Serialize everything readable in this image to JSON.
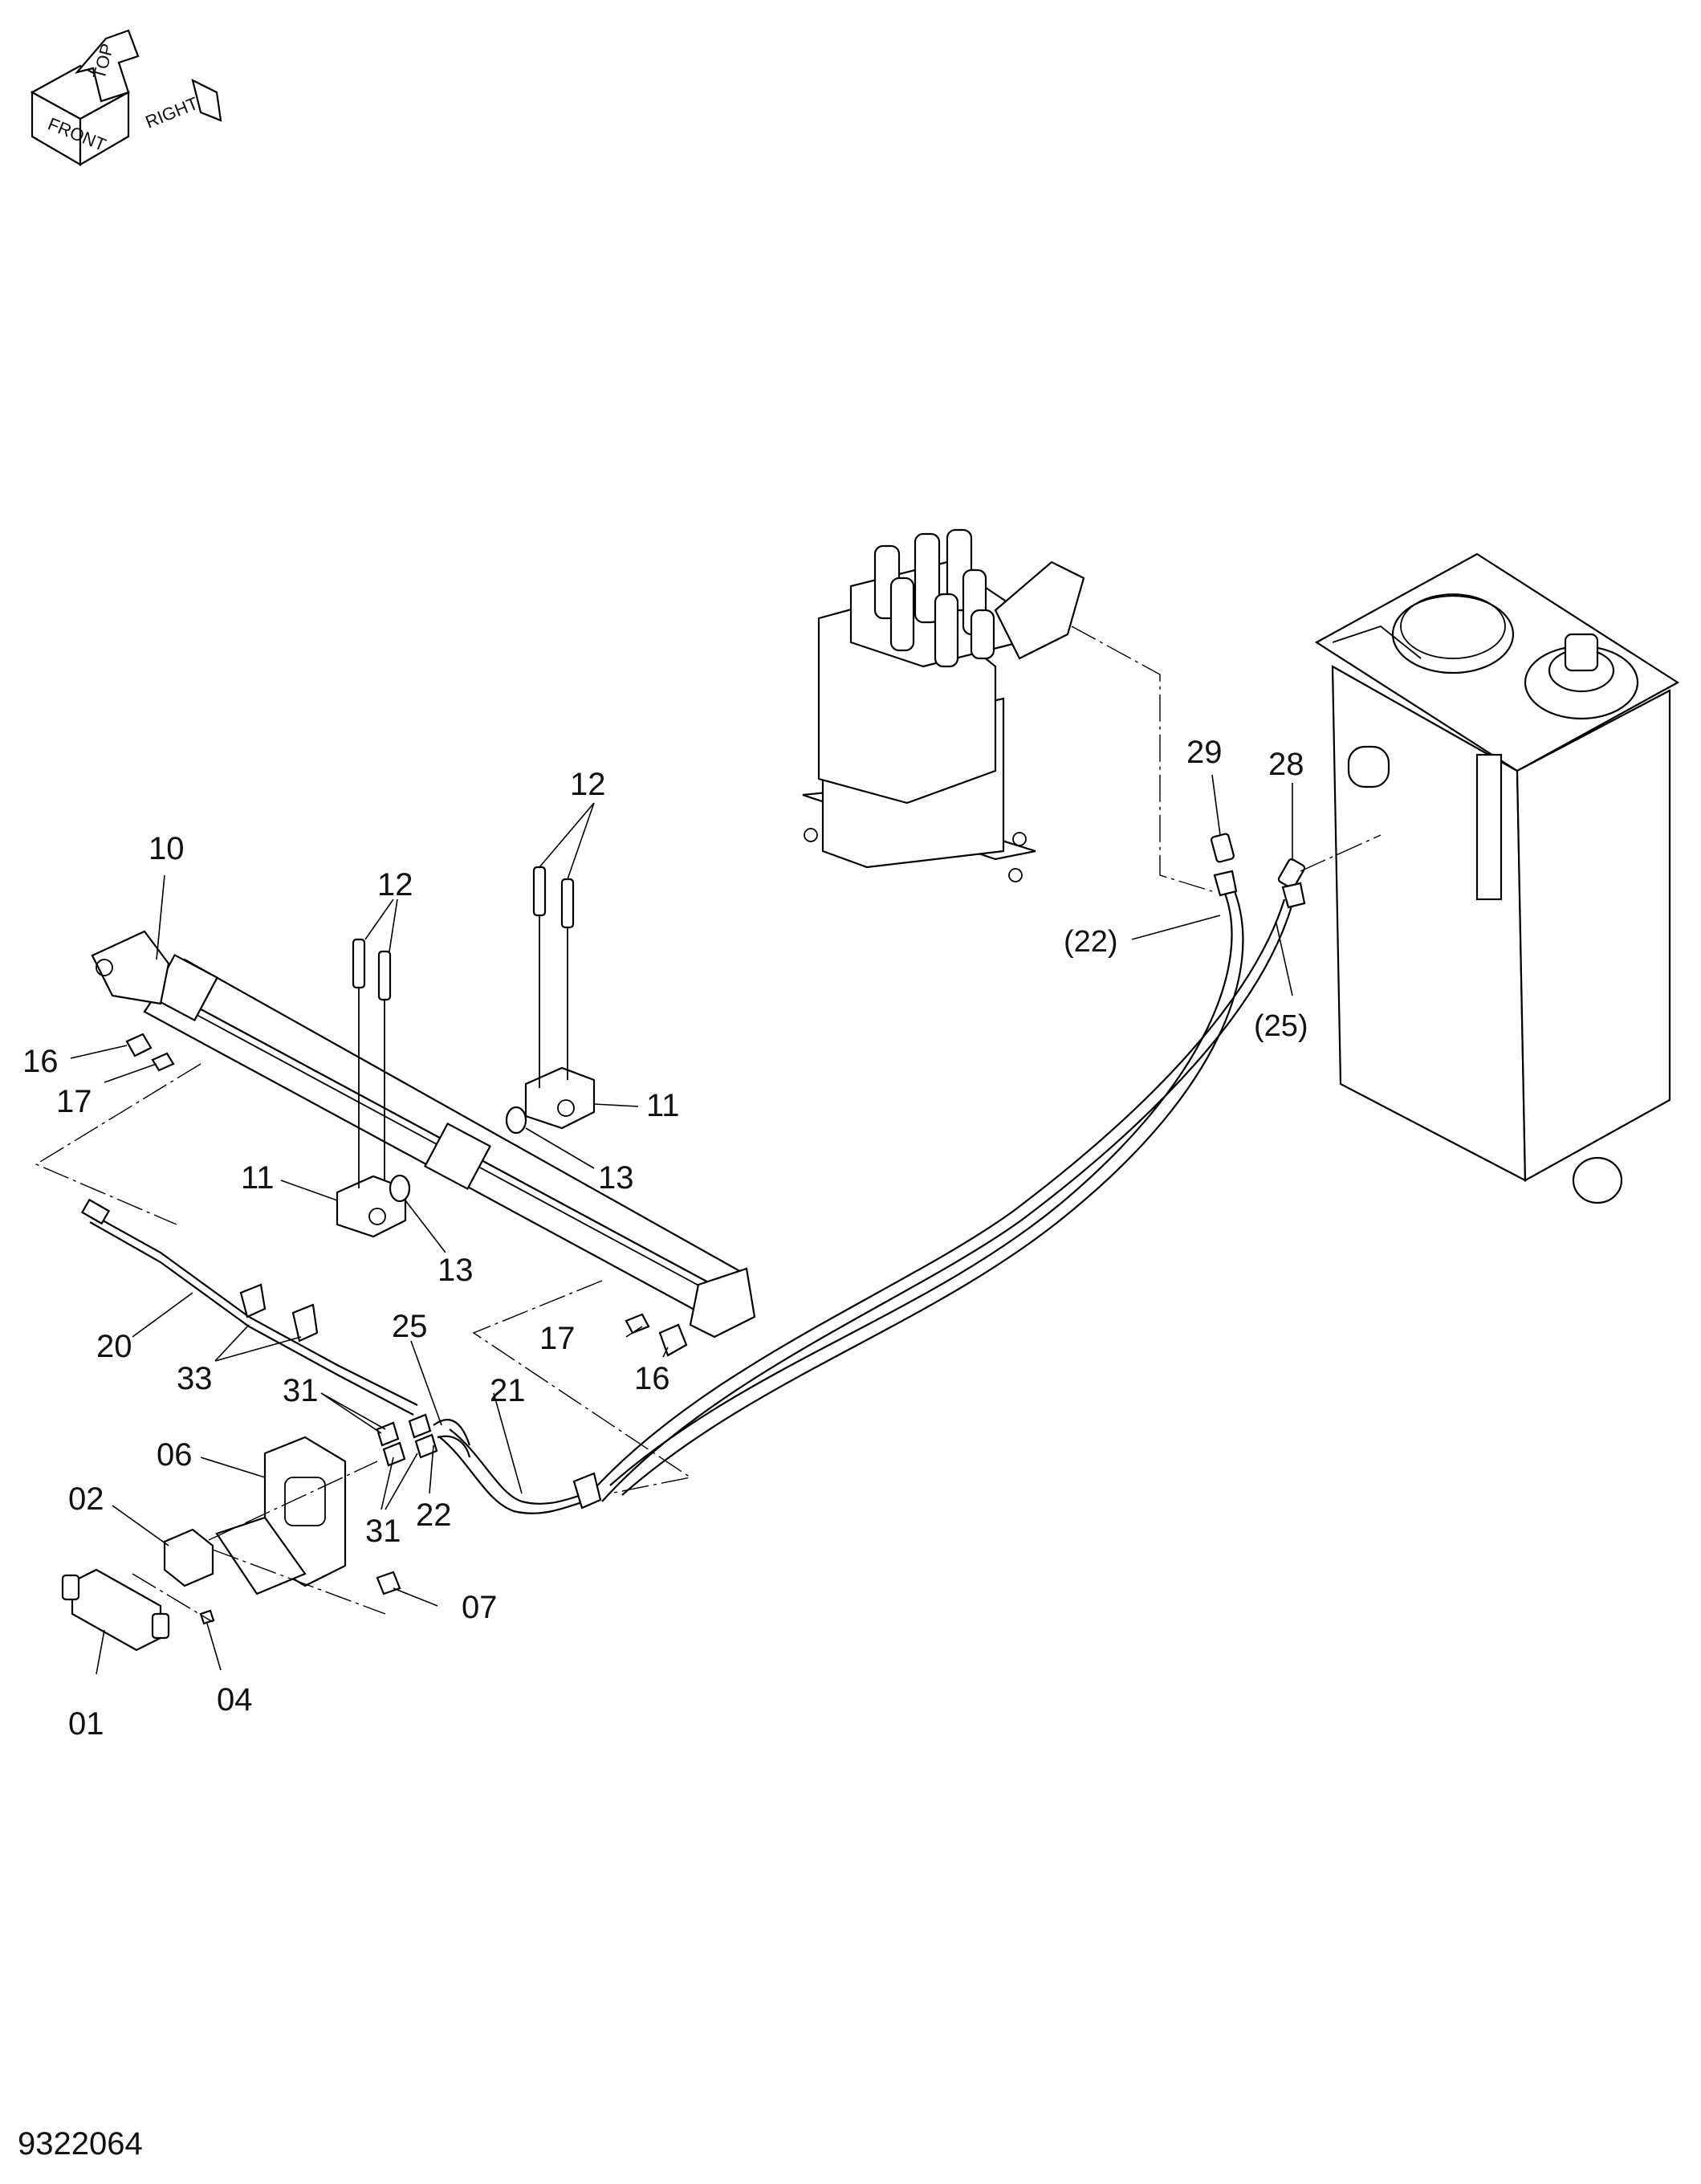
{
  "orientation": {
    "front": "FRONT",
    "top": "TOP",
    "right": "RIGHT"
  },
  "drawing_number": "9322064",
  "labels": {
    "01": "01",
    "02": "02",
    "04": "04",
    "06": "06",
    "07": "07",
    "10": "10",
    "11a": "11",
    "11b": "11",
    "12a": "12",
    "12b": "12",
    "13a": "13",
    "13b": "13",
    "16a": "16",
    "16b": "16",
    "17a": "17",
    "17b": "17",
    "20": "20",
    "21": "21",
    "22": "22",
    "25": "25",
    "28": "28",
    "29": "29",
    "31a": "31",
    "31b": "31",
    "33": "33",
    "ref22": "(22)",
    "ref25": "(25)"
  }
}
